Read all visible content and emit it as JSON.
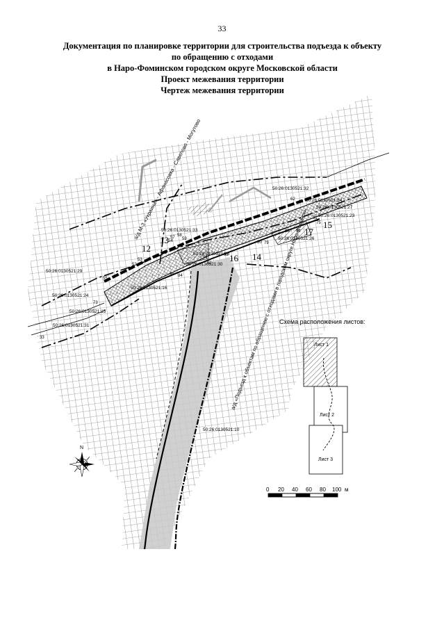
{
  "page_number": "33",
  "title": {
    "line1": "Документация по планировке территории для строительства подъезда к объекту",
    "line2": "по обращению с отходами",
    "line3": "в Наро-Фоминском городском округе Московской области",
    "line4": "Проект межевания территории",
    "line5": "Чертеж межевания территории"
  },
  "map": {
    "road_label_main": "а/д М-3 «Украина» - Афанасовка - Савелово - Могутово",
    "road_label_access": "а/д «Подъезд к объектам по обращению с отходами в городском округе Наро-Фоминск»",
    "parcels": [
      "50:26:0130521:32",
      "50:26:0130521:34",
      "50:26:0130521:27",
      "50:26:0130521:23",
      "50:26:0130521:26",
      "50:26:0130521:33",
      "50:26:0130521:29",
      "50:26:0130521:24",
      "50:26:0130521:30",
      "50:26:0130521:16",
      "50:26:0130521:15",
      "50:26:0130521:31",
      "50:26:0130521:35",
      "50:26:0130521:10"
    ],
    "zone_numbers": [
      "12",
      "13",
      "14",
      "15",
      "16",
      "17"
    ],
    "point_labels": [
      "62",
      "64",
      "75",
      "91",
      "92",
      "88",
      "80",
      "79",
      "58",
      "59",
      "57",
      "54",
      "53",
      "52",
      "93",
      "94",
      "95",
      "84",
      "82",
      "73",
      "55",
      "33"
    ]
  },
  "north_arrow": {
    "label": "N"
  },
  "inset": {
    "title": "Схема расположения листов:",
    "sheets": [
      "Лист 1",
      "Лист 2",
      "Лист 3"
    ]
  },
  "scale_bar": {
    "ticks": [
      "0",
      "20",
      "40",
      "60",
      "80",
      "100"
    ],
    "unit": "м"
  },
  "colors": {
    "line": "#000000",
    "corridor_fill": "#c8c8c8",
    "hatch": "#555555"
  }
}
